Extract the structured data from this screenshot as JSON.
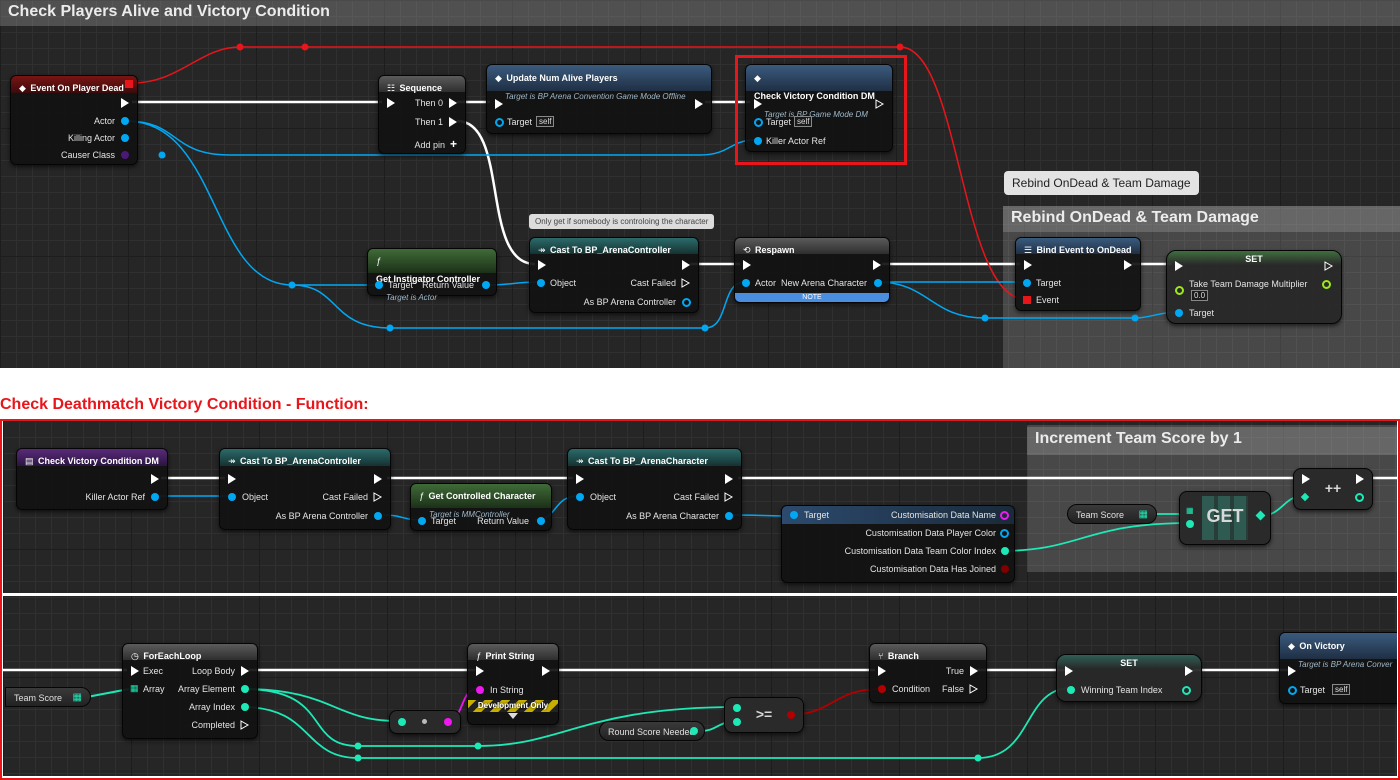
{
  "top_graph": {
    "comment_title": "Check Players Alive and Victory Condition",
    "event_node": {
      "title": "Event On Player Dead",
      "pins": [
        "Actor",
        "Killing Actor",
        "Causer Class"
      ]
    },
    "sequence_node": {
      "title": "Sequence",
      "pins": [
        "Then 0",
        "Then 1",
        "Add pin"
      ]
    },
    "update_node": {
      "title": "Update Num Alive Players",
      "subtitle": "Target is BP Arena Convention Game Mode Offline",
      "target": "Target",
      "target_value": "self"
    },
    "check_node": {
      "title": "Check Victory Condition DM",
      "subtitle": "Target is BP Game Mode DM",
      "target": "Target",
      "target_value": "self",
      "killer": "Killer Actor Ref"
    },
    "instigator_node": {
      "title": "Get Instigator Controller",
      "subtitle": "Target is Actor",
      "target": "Target",
      "return": "Return Value"
    },
    "cast_comment": "Only get if somebody is controloing the character",
    "cast_node": {
      "title": "Cast To BP_ArenaController",
      "object": "Object",
      "failed": "Cast Failed",
      "as": "As BP Arena Controller"
    },
    "respawn_node": {
      "title": "Respawn",
      "actor": "Actor",
      "new_char": "New Arena Character",
      "note": "NOTE"
    },
    "rebind_tooltip": "Rebind OnDead & Team Damage",
    "rebind_comment": "Rebind OnDead & Team Damage",
    "bind_node": {
      "title": "Bind Event to OnDead",
      "target": "Target",
      "event": "Event"
    },
    "set_node": {
      "title": "SET",
      "field": "Take Team Damage Multiplier",
      "value": "0.0",
      "target": "Target"
    }
  },
  "function_heading": "Check Deathmatch Victory Condition - Function:",
  "bottom_graph": {
    "entry_node": {
      "title": "Check Victory Condition DM",
      "pin": "Killer Actor Ref"
    },
    "cast_ctrl": {
      "title": "Cast To BP_ArenaController",
      "object": "Object",
      "failed": "Cast Failed",
      "as": "As BP Arena Controller"
    },
    "get_char": {
      "title": "Get Controlled Character",
      "subtitle": "Target is MMController",
      "target": "Target",
      "return": "Return Value"
    },
    "cast_char": {
      "title": "Cast To BP_ArenaCharacter",
      "object": "Object",
      "failed": "Cast Failed",
      "as": "As BP Arena Character"
    },
    "break_node": {
      "target": "Target",
      "pins": [
        "Customisation Data Name",
        "Customisation Data Player Color",
        "Customisation Data Team Color Index",
        "Customisation Data Has Joined"
      ]
    },
    "increment_comment": "Increment Team Score by 1",
    "team_score_var_a": "Team Score",
    "get_label": "GET",
    "incr_label": "++",
    "team_score_var_b": "Team Score",
    "foreach_node": {
      "title": "ForEachLoop",
      "exec": "Exec",
      "array": "Array",
      "loop_body": "Loop Body",
      "element": "Array Element",
      "index": "Array Index",
      "completed": "Completed"
    },
    "print_node": {
      "title": "Print String",
      "in_string": "In String",
      "dev_only": "Development Only"
    },
    "round_score": "Round Score Needed",
    "compare_label": ">=",
    "branch_node": {
      "title": "Branch",
      "condition": "Condition",
      "true": "True",
      "false": "False"
    },
    "set_winning": {
      "title": "SET",
      "field": "Winning Team Index"
    },
    "victory_node": {
      "title": "On Victory",
      "subtitle": "Target is BP Arena Conver",
      "target": "Target",
      "target_value": "self"
    }
  },
  "colors": {
    "accent_red": "#e8151b",
    "exec_wire": "#ffffff",
    "object_wire": "#00a8f3",
    "int_wire": "#1de9b6",
    "bool_wire": "#b00000",
    "event_wire": "#e8151b"
  }
}
